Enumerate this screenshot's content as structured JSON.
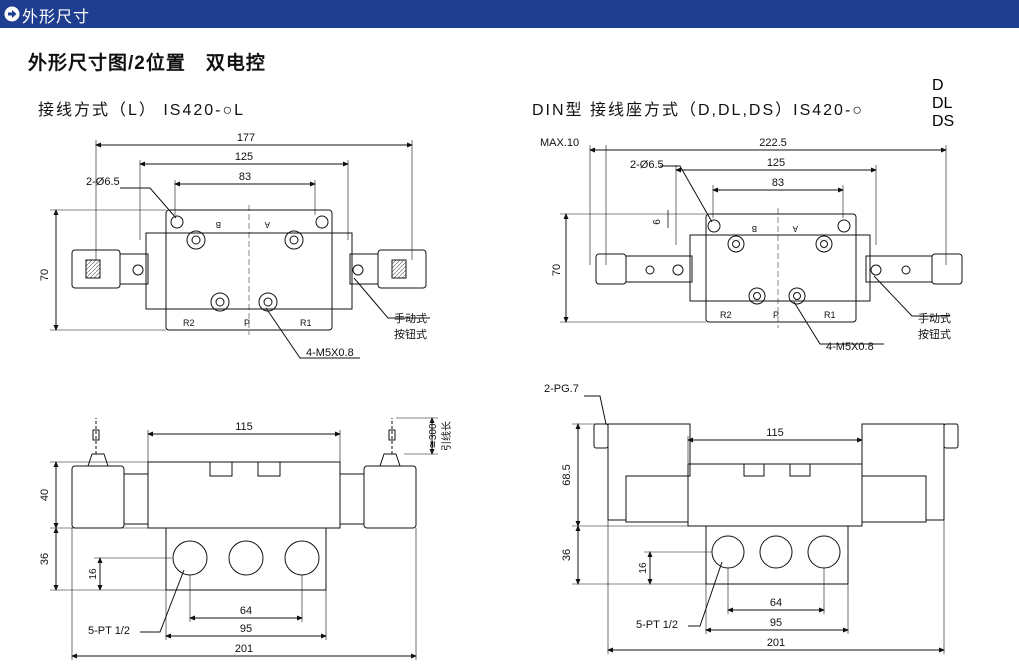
{
  "header": {
    "title": "外形尺寸",
    "color": "#1f3e8f"
  },
  "page_subtitle": "外形尺寸图/2位置　双电控",
  "left_caption": "接线方式（L）  IS420-○L",
  "right_caption": "DIN型 接线座方式（D,DL,DS）IS420-○",
  "right_caption_options": [
    "D",
    "DL",
    "DS"
  ],
  "top_left_view": {
    "dim_overall": "177",
    "dim_mid": "125",
    "dim_inner": "83",
    "hole_label": "2-Ø6.5",
    "height": "70",
    "port_a": "A",
    "port_b": "B",
    "port_r2": "R2",
    "port_p": "P",
    "port_r1": "R1",
    "manual_1": "手动式",
    "manual_2": "按钮式",
    "thread": "4-M5X0.8"
  },
  "top_right_view": {
    "max_label": "MAX.10",
    "dim_overall": "222.5",
    "dim_mid": "125",
    "dim_inner": "83",
    "hole_label": "2-Ø6.5",
    "small_dim": "6",
    "height": "70",
    "port_a": "A",
    "port_b": "B",
    "port_r2": "R2",
    "port_p": "P",
    "port_r1": "R1",
    "manual_1": "手动式",
    "manual_2": "按钮式",
    "thread": "4-M5X0.8"
  },
  "bottom_left_view": {
    "dim_top": "115",
    "lead_dim": "≅300",
    "lead_note": "引线长",
    "h_upper": "40",
    "h_lower": "36",
    "h_port": "16",
    "ports": "5-PT 1/2",
    "dim_64": "64",
    "dim_95": "95",
    "dim_201": "201"
  },
  "bottom_right_view": {
    "pg_label": "2-PG.7",
    "dim_top": "115",
    "h_upper": "68.5",
    "h_lower": "36",
    "h_port": "16",
    "ports": "5-PT 1/2",
    "dim_64": "64",
    "dim_95": "95",
    "dim_201": "201"
  }
}
